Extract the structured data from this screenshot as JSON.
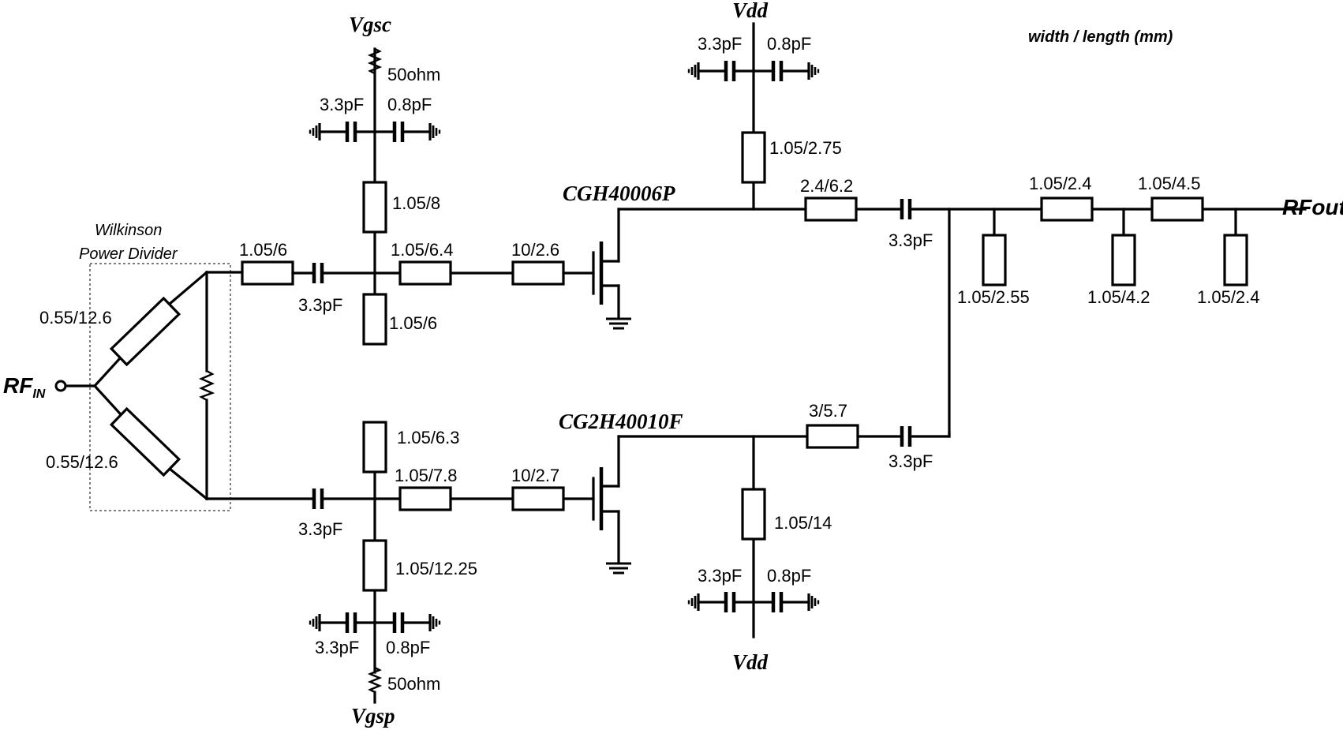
{
  "header": {
    "units_note": "width / length (mm)"
  },
  "divider": {
    "line1": "Wilkinson",
    "line2": "Power Divider",
    "arm_upper": "0.55/12.6",
    "arm_lower": "0.55/12.6"
  },
  "ports": {
    "rf_in_main": "RF",
    "rf_in_sub": "IN",
    "rf_out": "RFout"
  },
  "supplies": {
    "vgsc": "Vgsc",
    "vgsp": "Vgsp",
    "vdd_top": "Vdd",
    "vdd_bottom": "Vdd"
  },
  "devices": {
    "carrier": "CGH40006P",
    "peaking": "CG2H40010F"
  },
  "resistors": {
    "gate_top": "50ohm",
    "gate_bottom": "50ohm"
  },
  "capacitors": {
    "gate_top_a": "3.3pF",
    "gate_top_b": "0.8pF",
    "drain_top_a": "3.3pF",
    "drain_top_b": "0.8pF",
    "gate_bot_a": "3.3pF",
    "gate_bot_b": "0.8pF",
    "drain_bot_a": "3.3pF",
    "drain_bot_b": "0.8pF",
    "in_dc_top": "3.3pF",
    "in_dc_bot": "3.3pF",
    "out_dc_top": "3.3pF",
    "out_dc_bot": "3.3pF"
  },
  "lines": {
    "top_in": "1.05/6",
    "top_gate_stub_upper": "1.05/8",
    "top_gate_stub_lower": "1.05/6",
    "top_series_a": "1.05/6.4",
    "top_series_b": "10/2.6",
    "top_drain_bias": "1.05/2.75",
    "top_out": "2.4/6.2",
    "bot_gate_stub_upper": "1.05/6.3",
    "bot_gate_bias": "1.05/12.25",
    "bot_series_a": "1.05/7.8",
    "bot_series_b": "10/2.7",
    "bot_drain_bias": "1.05/14",
    "bot_out": "3/5.7",
    "out_series_a": "1.05/2.4",
    "out_series_b": "1.05/4.5",
    "out_stub_a": "1.05/2.55",
    "out_stub_b": "1.05/4.2",
    "out_stub_c": "1.05/2.4"
  }
}
